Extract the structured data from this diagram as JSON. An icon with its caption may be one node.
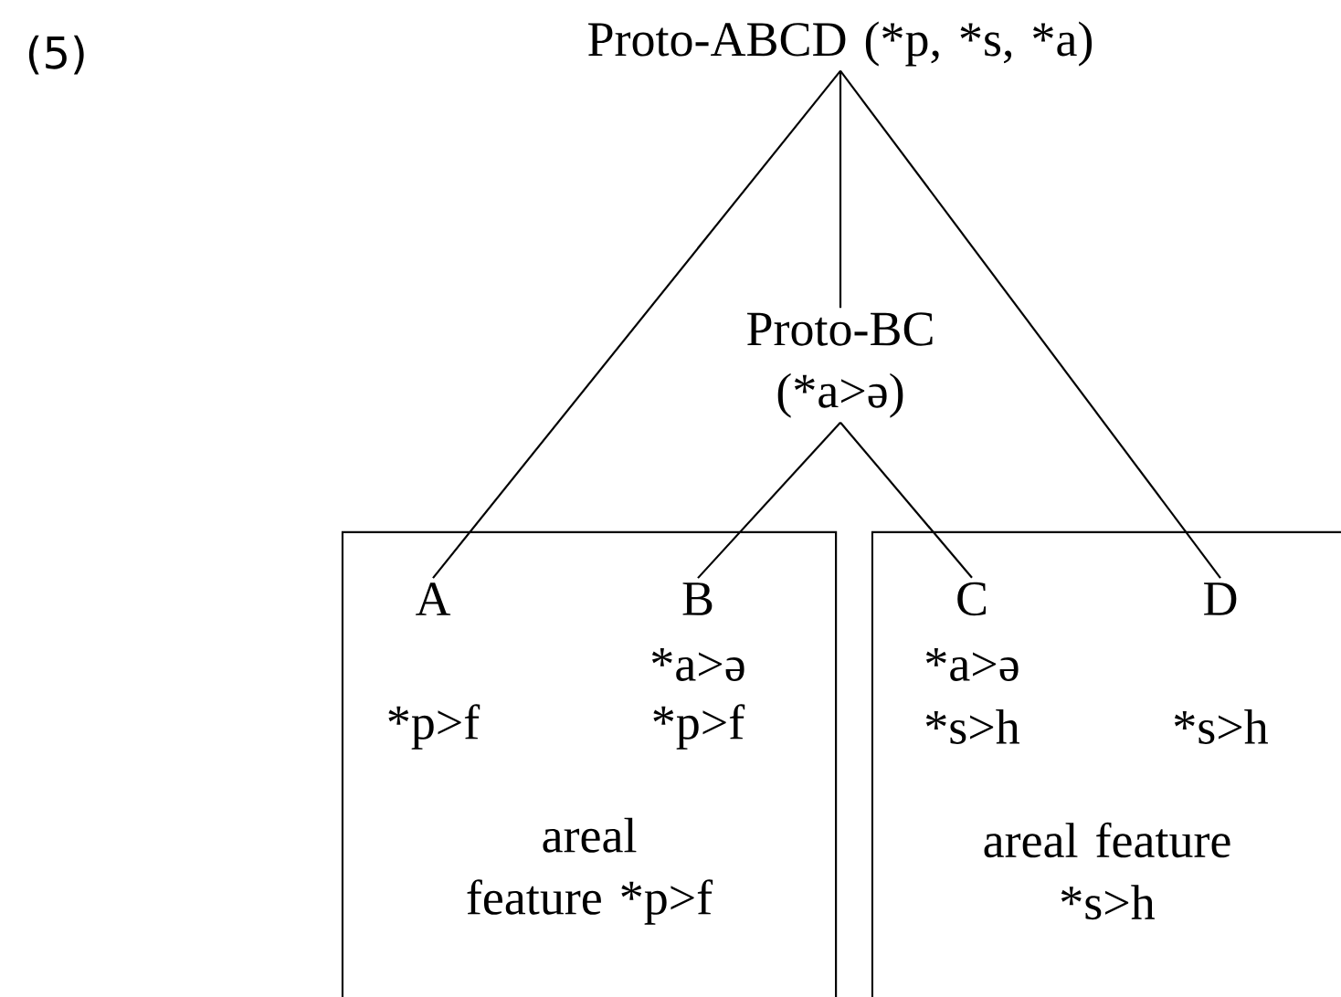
{
  "diagram": {
    "nodes": [
      {
        "text": [
          "Proto-ABCD (*p, *s, *a)"
        ]
      },
      {
        "text": [
          "Proto-BC (*a>ə)"
        ]
      },
      {
        "text": [
          "areal feature *p>f"
        ]
      },
      {
        "text": [
          "A"
        ],
        "in": 2,
        "beside": [
          "*p>f"
        ]
      },
      {
        "text": [
          "B"
        ],
        "in": 2,
        "beside": [
          "*a>ə",
          "*p>f"
        ]
      },
      {
        "text": [
          "areal feature *s>h"
        ]
      },
      {
        "text": [
          "C"
        ],
        "in": 5,
        "beside": [
          "*a>ə",
          "*s>h"
        ]
      },
      {
        "text": [
          "D"
        ],
        "in": 5,
        "beside": [
          "*s>h"
        ]
      }
    ],
    "edges": [
      {
        "from": 0,
        "to": 3,
        "arrow": "none"
      },
      {
        "from": 0,
        "to": 1,
        "arrow": "none"
      },
      {
        "from": 0,
        "to": 7,
        "arrow": "none"
      },
      {
        "from": 1,
        "to": 4,
        "arrow": "none"
      },
      {
        "from": 1,
        "to": 6,
        "arrow": "none"
      }
    ],
    "labels": [
      "(5)"
    ]
  }
}
